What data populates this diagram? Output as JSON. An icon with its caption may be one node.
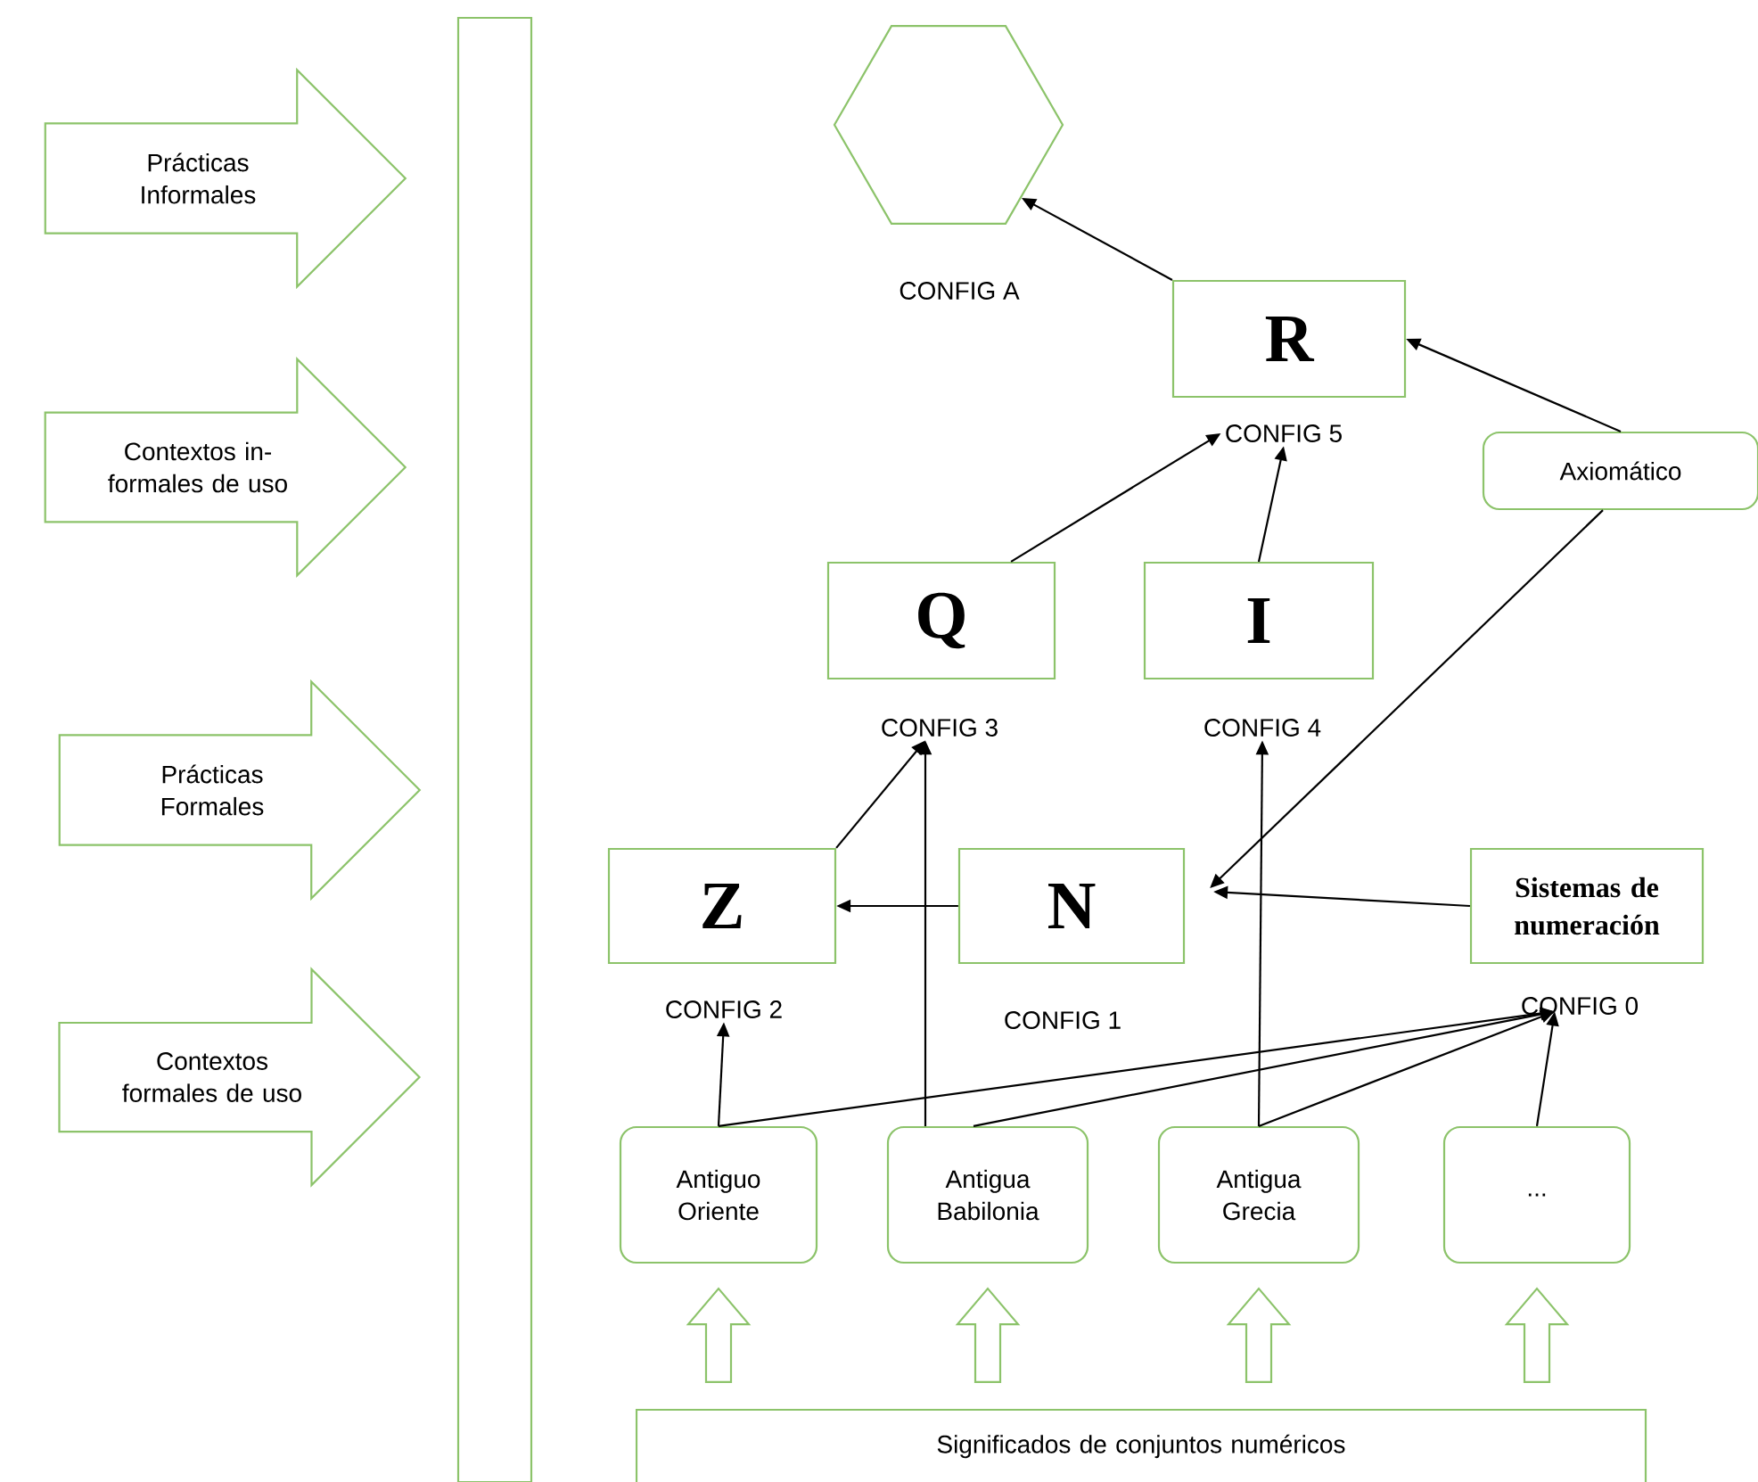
{
  "diagram": {
    "nodes": [
      {
        "text": [
          "Prácticas Informales"
        ]
      },
      {
        "text": [
          "Contextos in- formales de uso"
        ]
      },
      {
        "text": [
          "Prácticas Formales"
        ]
      },
      {
        "text": [
          "Contextos formales de uso"
        ]
      },
      {
        "text": [],
        "shape": "bar"
      },
      {
        "text": [],
        "shape": "hexagon",
        "beside": [
          "CONFIG A"
        ]
      },
      {
        "text": [
          "R"
        ],
        "beside": [
          "CONFIG 5"
        ]
      },
      {
        "text": [
          "Axiomático"
        ]
      },
      {
        "text": [
          "Q"
        ],
        "beside": [
          "CONFIG 3"
        ]
      },
      {
        "text": [
          "I"
        ],
        "beside": [
          "CONFIG 4"
        ]
      },
      {
        "text": [
          "Z"
        ],
        "beside": [
          "CONFIG 2"
        ]
      },
      {
        "text": [
          "N"
        ],
        "beside": [
          "CONFIG 1"
        ]
      },
      {
        "text": [
          "Sistemas de numeración"
        ],
        "beside": [
          "CONFIG 0"
        ]
      },
      {
        "text": [
          "Antiguo Oriente"
        ]
      },
      {
        "text": [
          "Antigua Babilonia"
        ]
      },
      {
        "text": [
          "Antigua Grecia"
        ]
      },
      {
        "text": [
          "..."
        ]
      },
      {
        "text": [
          "Significados de conjuntos numéricos"
        ]
      }
    ],
    "edges": [
      {
        "from": 6,
        "to": 5,
        "arrow": "to"
      },
      {
        "from": 7,
        "to": 6,
        "arrow": "to"
      },
      {
        "from": 8,
        "to": 6,
        "arrow": "to"
      },
      {
        "from": 9,
        "to": 6,
        "arrow": "to"
      },
      {
        "from": 7,
        "to": 11,
        "arrow": "to"
      },
      {
        "from": 10,
        "to": 8,
        "arrow": "to"
      },
      {
        "from": 11,
        "to": 10,
        "arrow": "to"
      },
      {
        "from": 12,
        "to": 11,
        "arrow": "to"
      },
      {
        "from": 13,
        "to": 10,
        "arrow": "to"
      },
      {
        "from": 14,
        "to": 8,
        "arrow": "to"
      },
      {
        "from": 15,
        "to": 9,
        "arrow": "to"
      },
      {
        "from": 13,
        "to": 12,
        "arrow": "to"
      },
      {
        "from": 14,
        "to": 12,
        "arrow": "to"
      },
      {
        "from": 15,
        "to": 12,
        "arrow": "to"
      },
      {
        "from": 16,
        "to": 12,
        "arrow": "to"
      },
      {
        "from": 17,
        "to": 13,
        "arrow": "to",
        "color": "#8cc36a"
      },
      {
        "from": 17,
        "to": 14,
        "arrow": "to",
        "color": "#8cc36a"
      },
      {
        "from": 17,
        "to": 15,
        "arrow": "to",
        "color": "#8cc36a"
      },
      {
        "from": 17,
        "to": 16,
        "arrow": "to",
        "color": "#8cc36a"
      }
    ]
  }
}
